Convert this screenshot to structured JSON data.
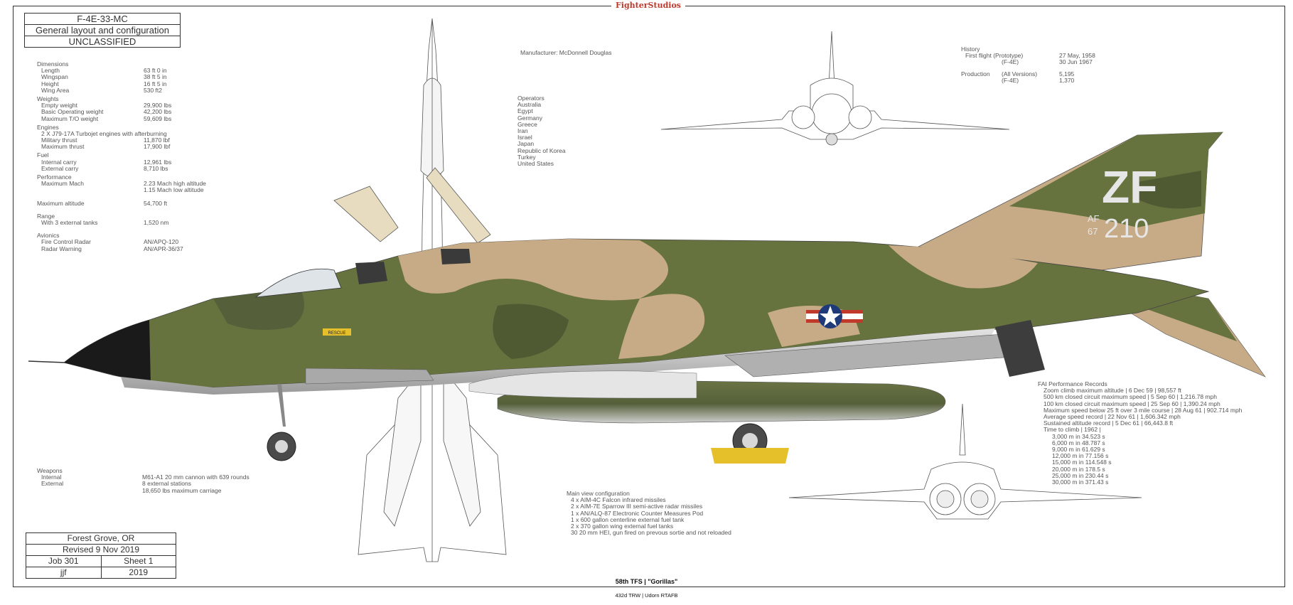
{
  "brand": "FighterStudios",
  "title_block": {
    "line1": "F-4E-33-MC",
    "line2": "General layout and configuration",
    "line3": "UNCLASSIFIED"
  },
  "specs": {
    "dimensions": {
      "heading": "Dimensions",
      "rows": [
        {
          "label": "Length",
          "value": "63 ft 0 in"
        },
        {
          "label": "Wingspan",
          "value": "38 ft 5 in"
        },
        {
          "label": "Height",
          "value": "16 ft 5 in"
        },
        {
          "label": "Wing Area",
          "value": "530 ft2"
        }
      ]
    },
    "weights": {
      "heading": "Weights",
      "rows": [
        {
          "label": "Empty weight",
          "value": "29,900 lbs"
        },
        {
          "label": "Basic Operating weight",
          "value": "42,200 lbs"
        },
        {
          "label": "Maximum T/O weight",
          "value": "59,609 lbs"
        }
      ]
    },
    "engines": {
      "heading": "Engines",
      "rows": [
        {
          "label": "2 X J79-17A Turbojet engines with afterburning",
          "value": ""
        },
        {
          "label": "Military thrust",
          "value": "11,870 lbf"
        },
        {
          "label": "Maximum thrust",
          "value": "17,900 lbf"
        }
      ]
    },
    "fuel": {
      "heading": "Fuel",
      "rows": [
        {
          "label": "Internal carry",
          "value": "12,961 lbs"
        },
        {
          "label": "External carry",
          "value": "8,710 lbs"
        }
      ]
    },
    "performance": {
      "heading": "Performance",
      "rows": [
        {
          "label": "Maximum Mach",
          "value": "2.23 Mach high altitude"
        },
        {
          "label": "",
          "value": "1.15 Mach low altitude"
        }
      ]
    },
    "altitude": {
      "heading": "Maximum altitude",
      "value": "54,700 ft"
    },
    "range": {
      "heading": "Range",
      "rows": [
        {
          "label": "With 3 external tanks",
          "value": "1,520 nm"
        }
      ]
    },
    "avionics": {
      "heading": "Avionics",
      "rows": [
        {
          "label": "Fire Control Radar",
          "value": "AN/APQ-120"
        },
        {
          "label": "Radar Warning",
          "value": "AN/APR-36/37"
        }
      ]
    },
    "weapons": {
      "heading": "Weapons",
      "rows": [
        {
          "label": "Internal",
          "value": "M61-A1 20 mm cannon with 639 rounds"
        },
        {
          "label": "External",
          "value": "8 external stations"
        },
        {
          "label": "",
          "value": "18,650 lbs maximum carriage"
        }
      ]
    }
  },
  "manufacturer": "Manufacturer: McDonnell Douglas",
  "operators": {
    "heading": "Operators",
    "items": [
      "Australia",
      "Egypt",
      "Germany",
      "Greece",
      "Iran",
      "Israel",
      "Japan",
      "Republic of Korea",
      "Turkey",
      "United States"
    ]
  },
  "history": {
    "heading": "History",
    "first_flight_label": "First flight (Prototype)",
    "first_flight_sub": "(F-4E)",
    "first_flight_date1": "27 May, 1958",
    "first_flight_date2": "30 Jun 1967",
    "production_label": "Production",
    "production_sub1": "(All Versions)",
    "production_sub2": "(F-4E)",
    "production_val1": "5,195",
    "production_val2": "1,370"
  },
  "fai_records": {
    "heading": "FAI Performance Records",
    "lines": [
      "Zoom climb maximum altitude | 6 Dec 59 | 98,557 ft",
      "500 km closed circuit maximum speed | 5 Sep 60 | 1,216.78 mph",
      "100 km closed circuit maximum speed | 25 Sep 60 | 1,390.24 mph",
      "Maximum speed below 25 ft over 3 mile course | 28 Aug 61 | 902.714 mph",
      "Average speed record | 22 Nov 61 | 1,606.342 mph",
      "Sustained altitude record | 5 Dec 61 | 66,443.8 ft",
      "Time to climb | 1962 |"
    ],
    "climb": [
      "3,000 m in 34.523 s",
      "6,000 m in 48.787 s",
      "9,000 m in 61.629 s",
      "12,000 m in 77.156 s",
      "15,000 m in 114.548 s",
      "20,000 m in 178.5 s",
      "25,000 m in 230.44 s",
      "30,000 m in 371.43 s"
    ]
  },
  "main_view": {
    "heading": "Main view configuration",
    "lines": [
      "4 x AIM-4C Falcon infrared missiles",
      "2 x AIM-7E Sparrow III semi-active radar missiles",
      "1 x AN/ALQ-87 Electronic Counter Measures Pod",
      "1 x 600 gallon centerline external fuel tank",
      "2 x 370 gallon wing external fuel tanks",
      "30 20 mm HEI, gun fired on prevous sortie and not reloaded"
    ]
  },
  "markings": {
    "tail_code": "ZF",
    "serial_prefix_1": "AF",
    "serial_prefix_2": "67",
    "serial": "210",
    "decoy": "RESCUE"
  },
  "footer_block": {
    "location": "Forest Grove, OR",
    "revised": "Revised 9 Nov 2019",
    "job": "Job 301",
    "sheet": "Sheet 1",
    "initials": "jjf",
    "year": "2019"
  },
  "unit": {
    "squadron": "58th TFS | \"Gorillas\"",
    "wing": "432d TRW | Udorn RTAFB"
  },
  "colors": {
    "camo_green": "#5f6b3e",
    "camo_dark": "#4a5630",
    "camo_tan": "#c8a988",
    "nose_black": "#1a1a1a",
    "brand_red": "#c0392b"
  }
}
